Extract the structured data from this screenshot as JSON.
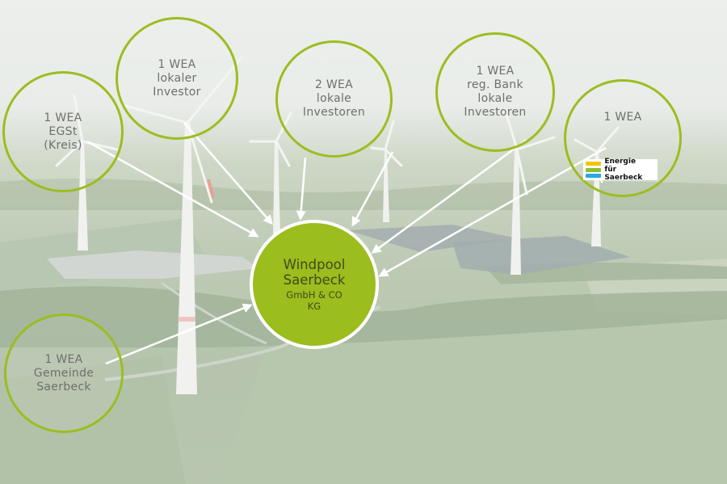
{
  "diagram": {
    "hub": {
      "title": "Windpool\nSaerbeck",
      "subtitle": "GmbH & CO\nKG"
    },
    "nodes": [
      {
        "id": "egst",
        "label": "1 WEA\nEGSt\n(Kreis)"
      },
      {
        "id": "lokaler-investor",
        "label": "1 WEA\nlokaler\nInvestor"
      },
      {
        "id": "lokale-investoren",
        "label": "2 WEA\nlokale\nInvestoren"
      },
      {
        "id": "bank",
        "label": "1 WEA\nreg. Bank\nlokale\nInvestoren"
      },
      {
        "id": "energie",
        "label": "1 WEA"
      },
      {
        "id": "gemeinde",
        "label": "1 WEA\nGemeinde\nSaerbeck"
      }
    ],
    "logo": {
      "text": "Energie\nfür Saerbeck",
      "colors": [
        "#f2c500",
        "#8dbf2e",
        "#2aa8e0"
      ]
    },
    "colors": {
      "accent": "#9bbd1d",
      "node_text": "#6f6f6f",
      "hub_text": "#3f4a1c",
      "arrow": "#ffffff"
    }
  }
}
